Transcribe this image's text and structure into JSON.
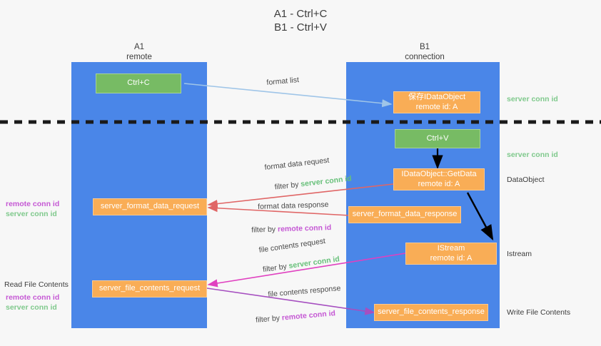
{
  "diagram": {
    "title_line1": "A1 - Ctrl+C",
    "title_line2": "B1 - Ctrl+V",
    "colors": {
      "lane": "#4a86e8",
      "green_node": "#77bb64",
      "orange_node": "#f9ad56",
      "server_conn_id": "#7fc98c",
      "remote_conn_id": "#c558d4",
      "format_list_arrow": "#9fc5e8",
      "format_data_arrow": "#e06666",
      "dataobject_arrow": "#000000",
      "file_contents_request_arrow": "#e040c0",
      "file_contents_response_arrow": "#a64fc0",
      "divider": "#1a1a1a"
    }
  },
  "lanes": [
    {
      "id": "a1",
      "title": "A1",
      "subtitle": "remote"
    },
    {
      "id": "b1",
      "title": "B1",
      "subtitle": "connection"
    }
  ],
  "nodes": [
    {
      "id": "ctrl-c",
      "line1": "Ctrl+C",
      "line2": "",
      "kind": "green"
    },
    {
      "id": "idataobject",
      "line1": "保存IDataObject",
      "line2": "remote id: A",
      "kind": "orange"
    },
    {
      "id": "ctrl-v",
      "line1": "Ctrl+V",
      "line2": "",
      "kind": "green"
    },
    {
      "id": "getdata",
      "line1": "IDataObject::GetData",
      "line2": "remote id: A",
      "kind": "orange"
    },
    {
      "id": "server-format-data-request",
      "line1": "server_format_data_request",
      "line2": "",
      "kind": "orange"
    },
    {
      "id": "server-format-data-response",
      "line1": "server_format_data_response",
      "line2": "",
      "kind": "orange"
    },
    {
      "id": "istream",
      "line1": "IStream",
      "line2": "remote id: A",
      "kind": "orange"
    },
    {
      "id": "server-file-contents-request",
      "line1": "server_file_contents_request",
      "line2": "",
      "kind": "orange"
    },
    {
      "id": "server-file-contents-response",
      "line1": "server_file_contents_response",
      "line2": "",
      "kind": "orange"
    }
  ],
  "edge_labels": {
    "format_list": "format list",
    "format_data_request": "format data request",
    "format_data_request_filter_prefix": "filter by ",
    "format_data_request_filter_value": "server conn id",
    "format_data_response": "format data response",
    "format_data_response_filter_prefix": "filter by ",
    "format_data_response_filter_value": "remote conn id",
    "file_contents_request": "file contents request",
    "file_contents_request_filter_prefix": "filter by ",
    "file_contents_request_filter_value": "server conn id",
    "file_contents_response": "file contents response",
    "file_contents_response_filter_prefix": "filter by ",
    "file_contents_response_filter_value": "remote conn id"
  },
  "annotations": {
    "right_server_conn_id_top": "server conn id",
    "right_server_conn_id_mid": "server conn id",
    "right_dataobject": "DataObject",
    "right_istream": "Istream",
    "right_write_file_contents": "Write File Contents",
    "left_remote_conn_id_mid": "remote conn id",
    "left_server_conn_id_mid": "server conn id",
    "left_read_file_contents": "Read File Contents",
    "left_remote_conn_id_bottom": "remote conn id",
    "left_server_conn_id_bottom": "server conn id"
  }
}
